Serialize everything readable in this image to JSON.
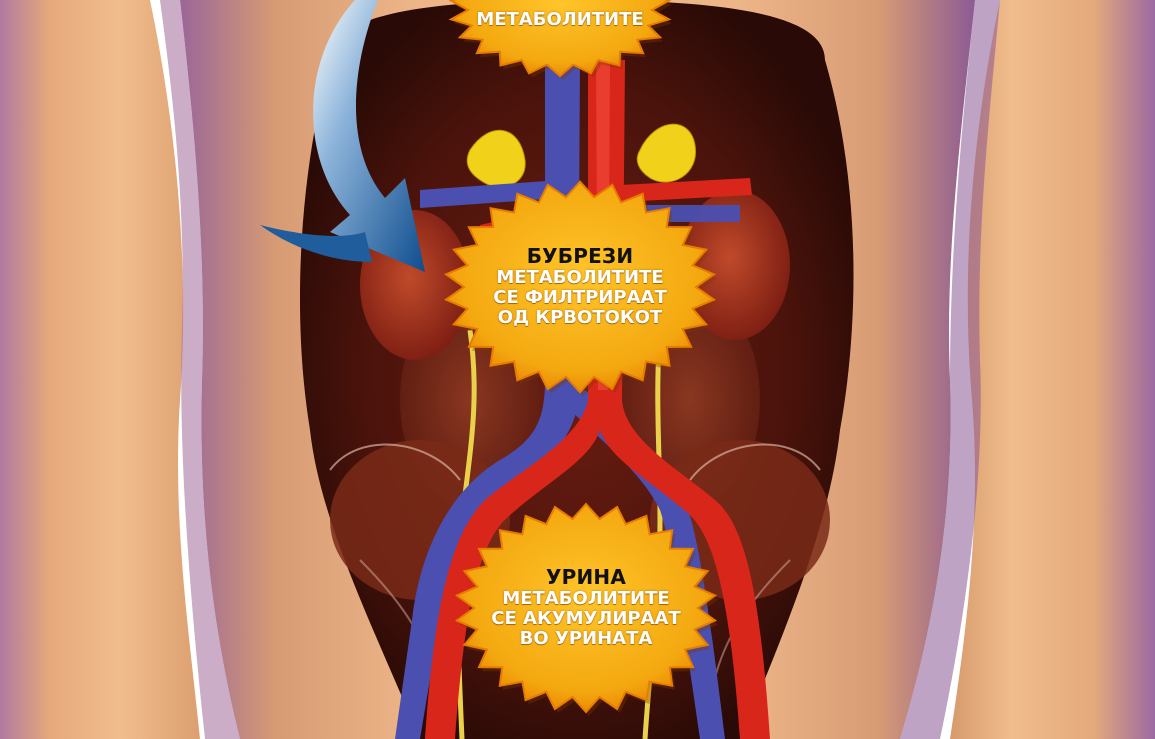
{
  "colors": {
    "skin": "#e9b07f",
    "skin_shadow": "#c98a5b",
    "body_purple": "#8e5b96",
    "cavity": "#5a160e",
    "artery": "#d8261b",
    "vein": "#4a4fb0",
    "adrenal": "#f1d11a",
    "kidney": "#9c2a1a",
    "badge_fill": "#f4ae11",
    "badge_edge": "#e77c00",
    "arrow": "#1f5d9c"
  },
  "labels": {
    "top": {
      "line1": "МЕТАБОЛИТИТЕ"
    },
    "kidneys": {
      "title": "БУБРЕЗИ",
      "line1": "МЕТАБОЛИТИТЕ",
      "line2": "СЕ ФИЛТРИРААТ",
      "line3": "ОД КРВОТОКОТ"
    },
    "urine": {
      "title": "УРИНА",
      "line1": "МЕТАБОЛИТИТЕ",
      "line2": "СЕ АКУМУЛИРААТ",
      "line3": "ВО УРИНАТА"
    }
  },
  "icons": {
    "arrow": "curved-arrow-icon",
    "badge": "starburst-badge"
  }
}
